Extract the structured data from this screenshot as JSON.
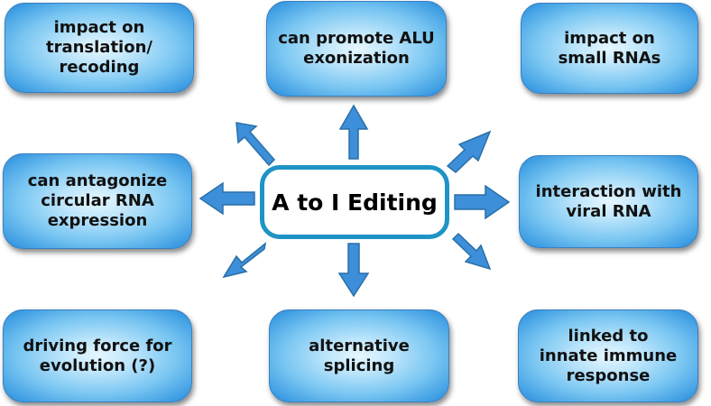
{
  "center": {
    "label": "A to I Editing"
  },
  "boxes": [
    {
      "id": "translation",
      "label": "impact on\ntranslation/\nrecoding"
    },
    {
      "id": "alu",
      "label": "can promote ALU\nexonization"
    },
    {
      "id": "small-rnas",
      "label": "impact on\nsmall RNAs"
    },
    {
      "id": "circular-rna",
      "label": "can antagonize\ncircular RNA\nexpression"
    },
    {
      "id": "viral-rna",
      "label": "interaction with\nviral RNA"
    },
    {
      "id": "evolution",
      "label": "driving force for\nevolution (?)"
    },
    {
      "id": "splicing",
      "label": "alternative\nsplicing"
    },
    {
      "id": "immune",
      "label": "linked to\ninnate immune\nresponse"
    }
  ],
  "colors": {
    "center_border": "#1e93c6",
    "box_gradient_light": "#e6f7ff",
    "box_gradient_dark": "#2f86cf",
    "arrow_fill": "#3d8fd9",
    "arrow_stroke": "#2a6fa8"
  }
}
